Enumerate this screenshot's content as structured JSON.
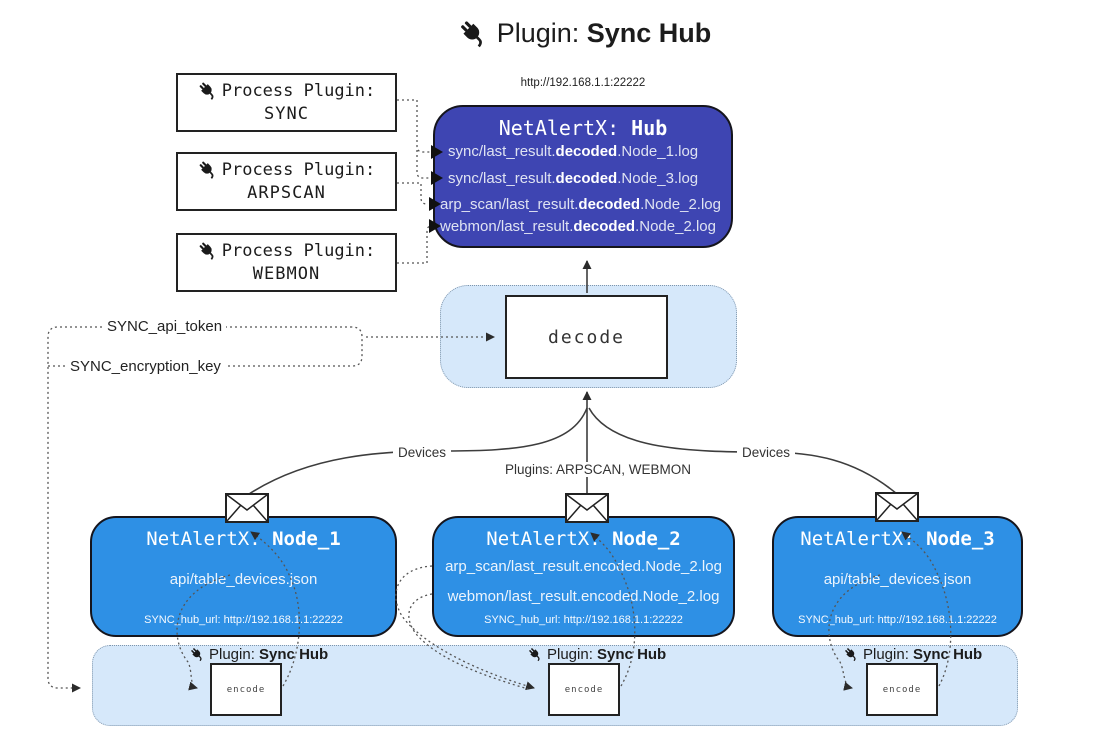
{
  "title": {
    "prefix": "Plugin: ",
    "name": "Sync Hub"
  },
  "hub": {
    "url": "http://192.168.1.1:22222",
    "title": {
      "prefix": "NetAlertX: ",
      "name": "Hub"
    },
    "logs": [
      {
        "pre": "sync/last_result.",
        "mid": "decoded",
        "post": ".Node_1.log"
      },
      {
        "pre": "sync/last_result.",
        "mid": "decoded",
        "post": ".Node_3.log"
      },
      {
        "pre": "arp_scan/last_result.",
        "mid": "decoded",
        "post": ".Node_2.log"
      },
      {
        "pre": "webmon/last_result.",
        "mid": "decoded",
        "post": ".Node_2.log"
      }
    ]
  },
  "process_plugins": [
    {
      "label": "Process Plugin:",
      "name": "SYNC"
    },
    {
      "label": "Process Plugin:",
      "name": "ARPSCAN"
    },
    {
      "label": "Process Plugin:",
      "name": "WEBMON"
    }
  ],
  "config": {
    "api_token": "SYNC_api_token",
    "encryption_key": "SYNC_encryption_key"
  },
  "decode_box": {
    "label": "decode"
  },
  "edge_labels": {
    "devices_left": "Devices",
    "devices_right": "Devices",
    "plugins_mid": "Plugins: ARPSCAN, WEBMON"
  },
  "nodes": [
    {
      "title": {
        "prefix": "NetAlertX: ",
        "name": "Node_1"
      },
      "lines": [
        "api/table_devices.json"
      ],
      "hub_url": "SYNC_hub_url: http://192.168.1.1:22222"
    },
    {
      "title": {
        "prefix": "NetAlertX: ",
        "name": "Node_2"
      },
      "lines": [
        "arp_scan/last_result.encoded.Node_2.log",
        "webmon/last_result.encoded.Node_2.log"
      ],
      "hub_url": "SYNC_hub_url: http://192.168.1.1:22222"
    },
    {
      "title": {
        "prefix": "NetAlertX: ",
        "name": "Node_3"
      },
      "lines": [
        "api/table_devices.json"
      ],
      "hub_url": "SYNC_hub_url: http://192.168.1.1:22222"
    }
  ],
  "encode_sections": [
    {
      "label_prefix": "Plugin: ",
      "label_name": "Sync Hub",
      "box": "encode"
    },
    {
      "label_prefix": "Plugin: ",
      "label_name": "Sync Hub",
      "box": "encode"
    },
    {
      "label_prefix": "Plugin: ",
      "label_name": "Sync Hub",
      "box": "encode"
    }
  ],
  "icons": {
    "plug": "plug-icon",
    "envelope": "envelope-icon"
  },
  "colors": {
    "hub_fill": "#3e45b2",
    "node_fill": "#2e90e5",
    "light_container": "#d6e8fa",
    "line": "#555555",
    "text_on_dark": "#ffffff"
  }
}
